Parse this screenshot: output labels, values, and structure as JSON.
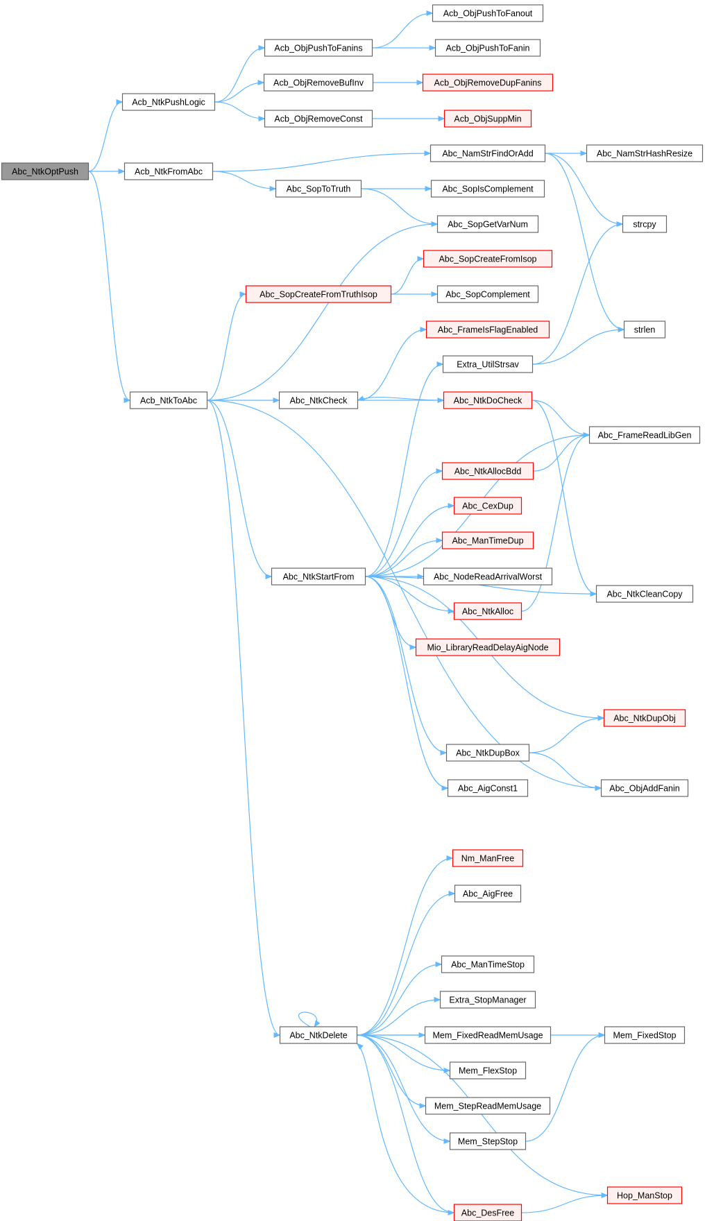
{
  "colors": {
    "edge": "#63b8ff",
    "root_fill": "#999999",
    "root_stroke": "#666666",
    "normal_fill": "#ffffff",
    "normal_stroke": "#666666",
    "truncated_fill": "#fff0f0",
    "truncated_stroke": "#ff0000"
  },
  "diagram": {
    "root": "Abc_NtkOptPush",
    "nodes": [
      {
        "id": "Abc_NtkOptPush",
        "style": "root"
      },
      {
        "id": "Acb_NtkPushLogic",
        "style": "normal"
      },
      {
        "id": "Acb_ObjPushToFanins",
        "style": "normal"
      },
      {
        "id": "Acb_ObjPushToFanout",
        "style": "normal"
      },
      {
        "id": "Acb_ObjPushToFanin",
        "style": "normal"
      },
      {
        "id": "Acb_ObjRemoveBufInv",
        "style": "normal"
      },
      {
        "id": "Acb_ObjRemoveDupFanins",
        "style": "truncated"
      },
      {
        "id": "Acb_ObjRemoveConst",
        "style": "normal"
      },
      {
        "id": "Acb_ObjSuppMin",
        "style": "truncated"
      },
      {
        "id": "Acb_NtkFromAbc",
        "style": "normal"
      },
      {
        "id": "Abc_NamStrFindOrAdd",
        "style": "normal"
      },
      {
        "id": "Abc_NamStrHashResize",
        "style": "normal"
      },
      {
        "id": "Abc_SopToTruth",
        "style": "normal"
      },
      {
        "id": "Abc_SopIsComplement",
        "style": "normal"
      },
      {
        "id": "Abc_SopGetVarNum",
        "style": "normal"
      },
      {
        "id": "strcpy",
        "style": "normal"
      },
      {
        "id": "Abc_SopCreateFromIsop",
        "style": "truncated"
      },
      {
        "id": "Abc_SopCreateFromTruthIsop",
        "style": "truncated"
      },
      {
        "id": "Abc_SopComplement",
        "style": "normal"
      },
      {
        "id": "Abc_FrameIsFlagEnabled",
        "style": "truncated"
      },
      {
        "id": "strlen",
        "style": "normal"
      },
      {
        "id": "Extra_UtilStrsav",
        "style": "normal"
      },
      {
        "id": "Acb_NtkToAbc",
        "style": "normal"
      },
      {
        "id": "Abc_NtkCheck",
        "style": "normal"
      },
      {
        "id": "Abc_NtkDoCheck",
        "style": "truncated"
      },
      {
        "id": "Abc_FrameReadLibGen",
        "style": "normal"
      },
      {
        "id": "Abc_NtkAllocBdd",
        "style": "truncated"
      },
      {
        "id": "Abc_CexDup",
        "style": "truncated"
      },
      {
        "id": "Abc_ManTimeDup",
        "style": "truncated"
      },
      {
        "id": "Abc_NtkStartFrom",
        "style": "normal"
      },
      {
        "id": "Abc_NodeReadArrivalWorst",
        "style": "normal"
      },
      {
        "id": "Abc_NtkCleanCopy",
        "style": "normal"
      },
      {
        "id": "Abc_NtkAlloc",
        "style": "truncated"
      },
      {
        "id": "Mio_LibraryReadDelayAigNode",
        "style": "truncated"
      },
      {
        "id": "Abc_NtkDupObj",
        "style": "truncated"
      },
      {
        "id": "Abc_NtkDupBox",
        "style": "normal"
      },
      {
        "id": "Abc_AigConst1",
        "style": "normal"
      },
      {
        "id": "Abc_ObjAddFanin",
        "style": "normal"
      },
      {
        "id": "Nm_ManFree",
        "style": "truncated"
      },
      {
        "id": "Abc_AigFree",
        "style": "normal"
      },
      {
        "id": "Abc_ManTimeStop",
        "style": "normal"
      },
      {
        "id": "Extra_StopManager",
        "style": "normal"
      },
      {
        "id": "Abc_NtkDelete",
        "style": "normal"
      },
      {
        "id": "Mem_FixedReadMemUsage",
        "style": "normal"
      },
      {
        "id": "Mem_FixedStop",
        "style": "normal"
      },
      {
        "id": "Mem_FlexStop",
        "style": "normal"
      },
      {
        "id": "Mem_StepReadMemUsage",
        "style": "normal"
      },
      {
        "id": "Mem_StepStop",
        "style": "normal"
      },
      {
        "id": "Hop_ManStop",
        "style": "truncated"
      },
      {
        "id": "Abc_DesFree",
        "style": "truncated"
      }
    ],
    "edges": [
      [
        "Abc_NtkOptPush",
        "Acb_NtkPushLogic"
      ],
      [
        "Abc_NtkOptPush",
        "Acb_NtkFromAbc"
      ],
      [
        "Abc_NtkOptPush",
        "Acb_NtkToAbc"
      ],
      [
        "Acb_NtkPushLogic",
        "Acb_ObjPushToFanins"
      ],
      [
        "Acb_NtkPushLogic",
        "Acb_ObjRemoveBufInv"
      ],
      [
        "Acb_NtkPushLogic",
        "Acb_ObjRemoveConst"
      ],
      [
        "Acb_ObjPushToFanins",
        "Acb_ObjPushToFanout"
      ],
      [
        "Acb_ObjPushToFanins",
        "Acb_ObjPushToFanin"
      ],
      [
        "Acb_ObjRemoveBufInv",
        "Acb_ObjRemoveDupFanins"
      ],
      [
        "Acb_ObjRemoveConst",
        "Acb_ObjSuppMin"
      ],
      [
        "Acb_NtkFromAbc",
        "Abc_NamStrFindOrAdd"
      ],
      [
        "Acb_NtkFromAbc",
        "Abc_SopToTruth"
      ],
      [
        "Abc_NamStrFindOrAdd",
        "Abc_NamStrHashResize"
      ],
      [
        "Abc_NamStrFindOrAdd",
        "strcpy"
      ],
      [
        "Abc_NamStrFindOrAdd",
        "strlen"
      ],
      [
        "Abc_SopToTruth",
        "Abc_SopIsComplement"
      ],
      [
        "Abc_SopToTruth",
        "Abc_SopGetVarNum"
      ],
      [
        "Abc_SopCreateFromTruthIsop",
        "Abc_SopCreateFromIsop"
      ],
      [
        "Abc_SopCreateFromTruthIsop",
        "Abc_SopComplement"
      ],
      [
        "Extra_UtilStrsav",
        "strcpy"
      ],
      [
        "Extra_UtilStrsav",
        "strlen"
      ],
      [
        "Acb_NtkToAbc",
        "Abc_SopGetVarNum"
      ],
      [
        "Acb_NtkToAbc",
        "Abc_SopCreateFromTruthIsop"
      ],
      [
        "Acb_NtkToAbc",
        "Abc_NtkCheck"
      ],
      [
        "Acb_NtkToAbc",
        "Abc_NtkStartFrom"
      ],
      [
        "Acb_NtkToAbc",
        "Abc_ObjAddFanin"
      ],
      [
        "Acb_NtkToAbc",
        "Abc_NtkDelete"
      ],
      [
        "Abc_NtkCheck",
        "Abc_FrameIsFlagEnabled"
      ],
      [
        "Abc_NtkCheck",
        "Abc_NtkDoCheck"
      ],
      [
        "Abc_NtkDoCheck",
        "Abc_NtkCheck"
      ],
      [
        "Abc_NtkDoCheck",
        "Abc_FrameReadLibGen"
      ],
      [
        "Abc_NtkDoCheck",
        "Abc_NtkCleanCopy"
      ],
      [
        "Abc_NtkStartFrom",
        "Extra_UtilStrsav"
      ],
      [
        "Abc_NtkStartFrom",
        "Abc_FrameReadLibGen"
      ],
      [
        "Abc_NtkStartFrom",
        "Abc_NtkAllocBdd"
      ],
      [
        "Abc_NtkStartFrom",
        "Abc_CexDup"
      ],
      [
        "Abc_NtkStartFrom",
        "Abc_ManTimeDup"
      ],
      [
        "Abc_NtkStartFrom",
        "Abc_NodeReadArrivalWorst"
      ],
      [
        "Abc_NtkStartFrom",
        "Abc_NtkAlloc"
      ],
      [
        "Abc_NtkStartFrom",
        "Mio_LibraryReadDelayAigNode"
      ],
      [
        "Abc_NtkStartFrom",
        "Abc_NtkCleanCopy"
      ],
      [
        "Abc_NtkStartFrom",
        "Abc_NtkDupObj"
      ],
      [
        "Abc_NtkStartFrom",
        "Abc_NtkDupBox"
      ],
      [
        "Abc_NtkStartFrom",
        "Abc_AigConst1"
      ],
      [
        "Abc_NtkAllocBdd",
        "Abc_FrameReadLibGen"
      ],
      [
        "Abc_NtkAlloc",
        "Abc_FrameReadLibGen"
      ],
      [
        "Abc_NtkDupBox",
        "Abc_NtkDupObj"
      ],
      [
        "Abc_NtkDupBox",
        "Abc_ObjAddFanin"
      ],
      [
        "Abc_NtkDelete",
        "Nm_ManFree"
      ],
      [
        "Abc_NtkDelete",
        "Abc_AigFree"
      ],
      [
        "Abc_NtkDelete",
        "Mem_FixedStop"
      ],
      [
        "Abc_NtkDelete",
        "Abc_ManTimeStop"
      ],
      [
        "Abc_NtkDelete",
        "Extra_StopManager"
      ],
      [
        "Abc_NtkDelete",
        "Mem_FixedReadMemUsage"
      ],
      [
        "Abc_NtkDelete",
        "Mem_FlexStop"
      ],
      [
        "Abc_NtkDelete",
        "Mem_StepReadMemUsage"
      ],
      [
        "Abc_NtkDelete",
        "Mem_StepStop"
      ],
      [
        "Abc_NtkDelete",
        "Hop_ManStop"
      ],
      [
        "Abc_NtkDelete",
        "Abc_DesFree"
      ],
      [
        "Abc_NtkDelete",
        "Abc_NtkDelete"
      ],
      [
        "Abc_DesFree",
        "Abc_NtkDelete"
      ],
      [
        "Abc_DesFree",
        "Hop_ManStop"
      ],
      [
        "Mem_StepStop",
        "Mem_FixedStop"
      ]
    ]
  }
}
